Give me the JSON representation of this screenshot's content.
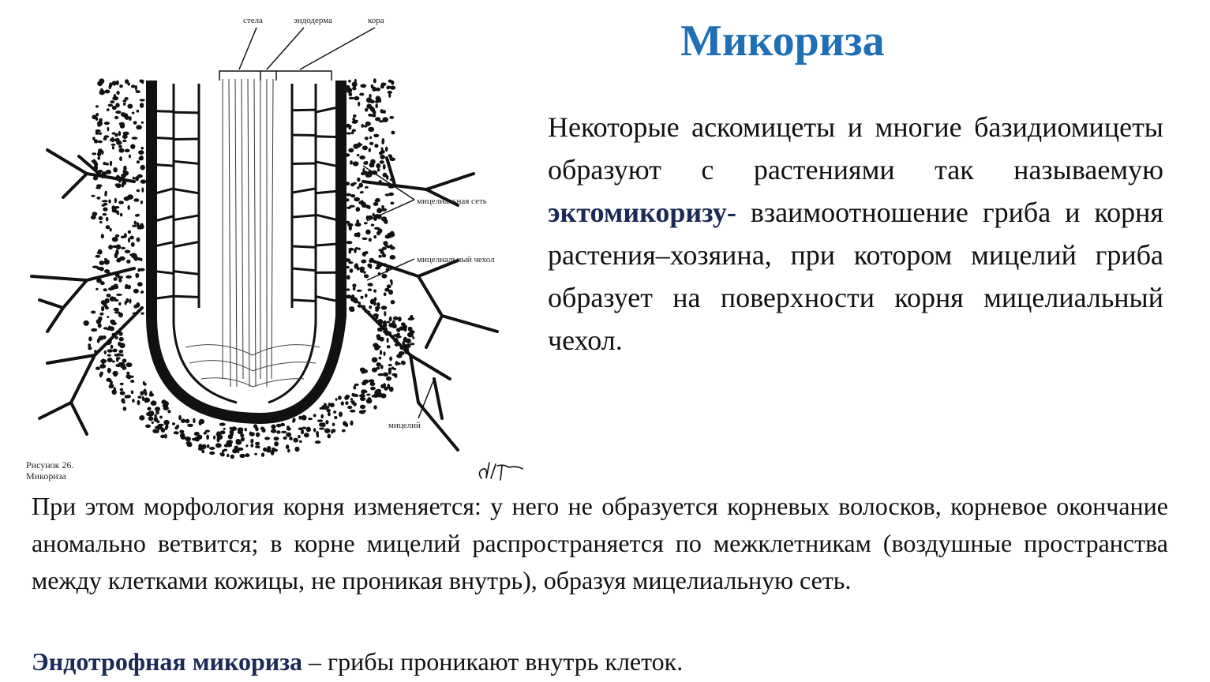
{
  "title": "Микориза",
  "intro": {
    "text_before": "Некоторые аскомицеты и многие базидиомицеты образуют с растениями так называемую ",
    "term": "эктомикоризу-",
    "text_after": " взаимоотношение гриба и корня растения–хозяина, при котором мицелий гриба образует на поверхности корня мицелиальный чехол."
  },
  "paragraph": "При этом морфология корня изменяется: у него не образуется корневых волосков, корневое окончание аномально ветвится; в корне мицелий распространяется по межклетникам (воздушные пространства между клетками кожицы, не проникая внутрь), образуя мицелиальную сеть.",
  "endo": {
    "term": "Эндотрофная микориза",
    "text": " – грибы проникают внутрь клеток."
  },
  "figure": {
    "labels": {
      "stele": "стела",
      "endoderm": "эндодерма",
      "cortex": "кора",
      "mycelial_net": "мицелиальная сеть",
      "mycelial_sheath": "мицелиальный чехол",
      "mycelium": "мицелий"
    },
    "caption_line1": "Рисунок 26.",
    "caption_line2": "Микориза"
  }
}
